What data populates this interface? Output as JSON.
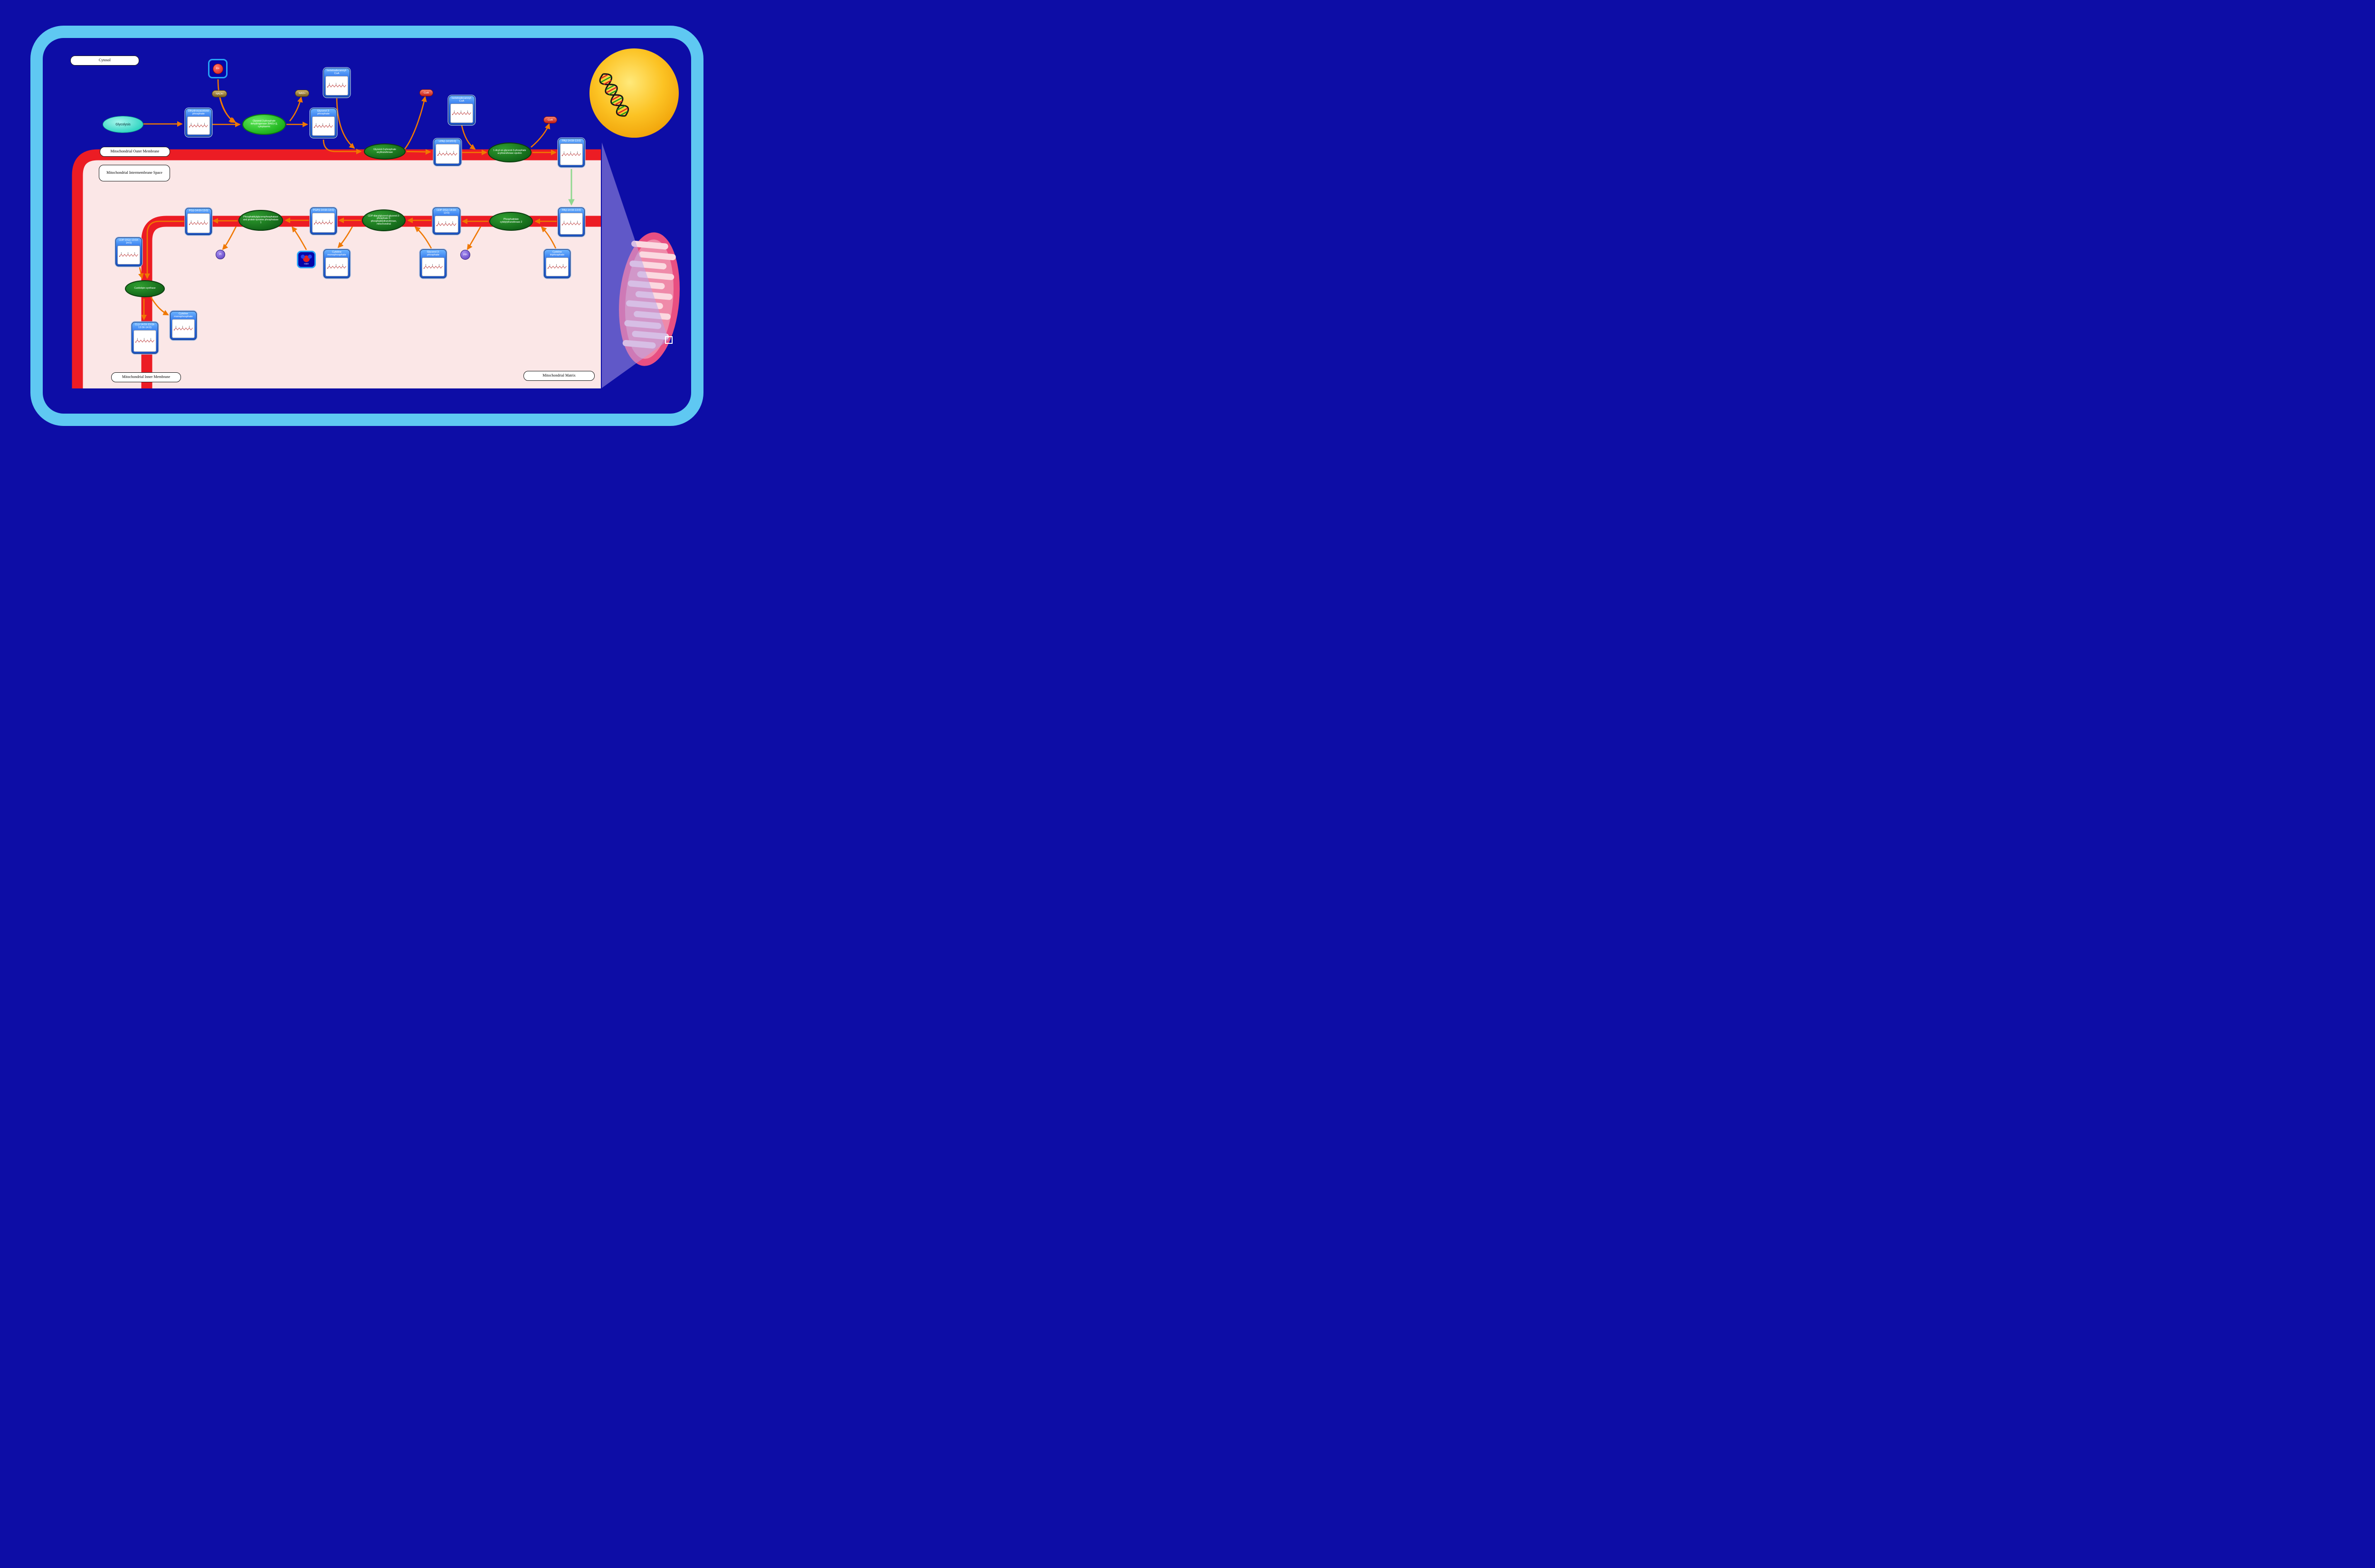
{
  "compartments": {
    "cytosol": "Cytosol",
    "outer_membrane": "Mitochondrial Outer Membrane",
    "intermembrane_space": "Mitochondrial Intermembrane Space",
    "inner_membrane": "Mitochondrial Inner Membrane",
    "matrix": "Mitochondrial Matrix"
  },
  "process": {
    "glycolysis": "Glycolysis"
  },
  "metabolites": {
    "dhap": {
      "label": "Dihydroxyacetone phosphate"
    },
    "g3p_cytosol": {
      "label": "Glycerol 3-phosphate"
    },
    "itd_coa_1": {
      "label": "Isotetradecanoyl-CoA"
    },
    "itd_coa_2": {
      "label": "Isotetradecanoyl-CoA"
    },
    "lpa": {
      "label": "LPA(i-14:0/0:0)"
    },
    "pa_ims": {
      "label": "PA(i-14:0/i-13:0)"
    },
    "pa_matrix": {
      "label": "PA(i-14:0/i-13:0)"
    },
    "cdp_dg_1": {
      "label": "CDP-DG(i-14:0/i-13:0)"
    },
    "ctp": {
      "label": "Cytidine triphosphate"
    },
    "g3p_matrix": {
      "label": "Glycerol 3-phosphate"
    },
    "pgp": {
      "label": "PGP(i-14:0/i-13:0)"
    },
    "cmp_1": {
      "label": "Cytidine monophosphate"
    },
    "pg": {
      "label": "PG(i-14:0/i-13:0)"
    },
    "cdp_dg_2": {
      "label": "CDP-DG(i-13:0/i-14:0)"
    },
    "cl": {
      "label": "CL(i-14:0/i-13:0/i-13:0/i-14:0)"
    },
    "cmp_2": {
      "label": "Cytidine monophosphate"
    }
  },
  "enzymes": {
    "gpd1": {
      "label": "Glycerol-3-phosphate dehydrogenase [NAD(+)], cytoplasmic"
    },
    "gpat": {
      "label": "Glycerol-3-phosphate acyltransferase"
    },
    "agpat": {
      "label": "1-Acyl-sn-glycerol-3-phosphate acyltransferase epsilon"
    },
    "cds2": {
      "label": "Phosphatidate cytidylyltransferase 2"
    },
    "pgs1": {
      "label": "CDP-diacylglycerol-glycerol-3-phosphate 3-phosphatidyltransferase, mitochondrial"
    },
    "ptpmt1": {
      "label": "Phosphatidylglycerophosphatase and protein-tyrosine phosphatase 1"
    },
    "crls1": {
      "label": "Cardiolipin synthase"
    }
  },
  "cofactors": {
    "nadh": {
      "label": "NADH"
    },
    "nad": {
      "label": "NAD+"
    },
    "h_plus": {
      "label": "H+"
    },
    "coa_1": {
      "label": "CoA"
    },
    "coa_2": {
      "label": "CoA"
    },
    "h2o": {
      "label": "H2O"
    },
    "pi": {
      "label": "Pi"
    },
    "ppi": {
      "label": "PPi"
    }
  },
  "colors": {
    "background": "#0d0da6",
    "cell_border": "#5fc8f2",
    "membrane_red": "#ec1c24",
    "compartment_pink": "#fbe7e7",
    "arrow_orange": "#f07800",
    "transport_arrow_green": "#90d890",
    "metabolite_blue": "#2f74ec",
    "enzyme_green": "#14691a",
    "nucleus_yellow": "#fcc324",
    "mitochondrion_pink": "#e84f82"
  }
}
